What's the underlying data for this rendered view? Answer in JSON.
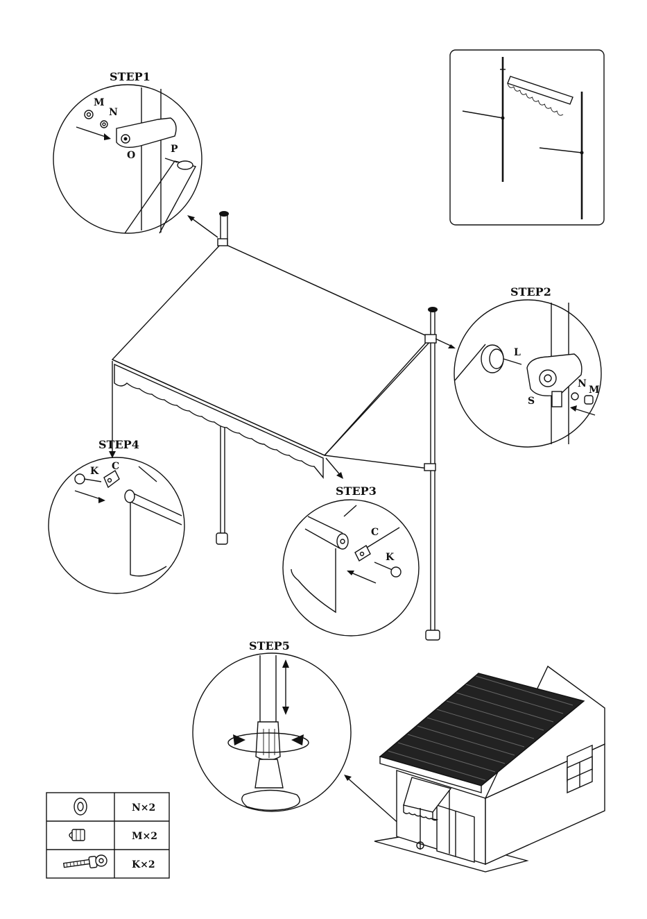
{
  "steps": {
    "step1": {
      "title": "STEP1",
      "parts": [
        "M",
        "N",
        "O",
        "P"
      ]
    },
    "step2": {
      "title": "STEP2",
      "parts": [
        "L",
        "S",
        "N",
        "M"
      ]
    },
    "step3": {
      "title": "STEP3",
      "parts": [
        "C",
        "K"
      ]
    },
    "step4": {
      "title": "STEP4",
      "parts": [
        "K",
        "C"
      ]
    },
    "step5": {
      "title": "STEP5"
    }
  },
  "legend": [
    {
      "icon": "washer-icon",
      "label": "N×2"
    },
    {
      "icon": "cap-nut-icon",
      "label": "M×2"
    },
    {
      "icon": "knob-bolt-icon",
      "label": "K×2"
    }
  ],
  "colors": {
    "ink": "#111111",
    "paper": "#ffffff"
  }
}
